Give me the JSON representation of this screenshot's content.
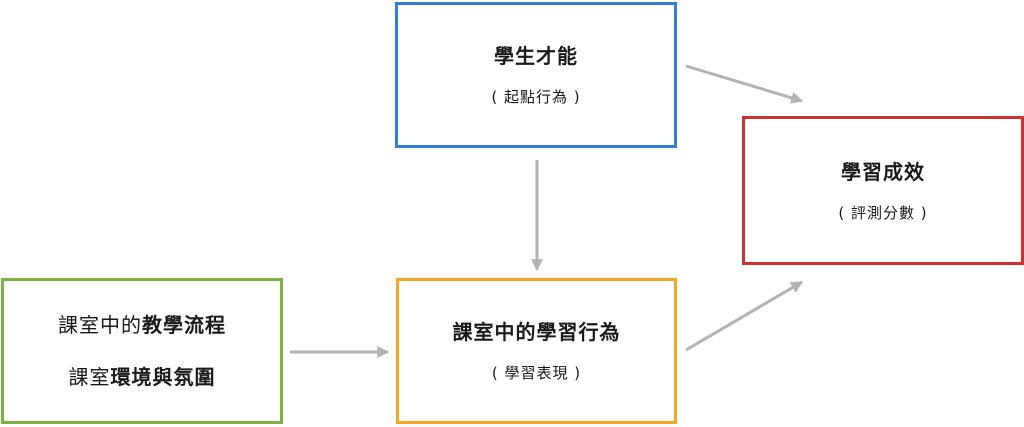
{
  "colors": {
    "ability_border": "#2f7ed8",
    "outcome_border": "#d03030",
    "behavior_border": "#f5a623",
    "environment_border": "#7cb342",
    "arrow": "#b3b3b3"
  },
  "nodes": {
    "ability": {
      "title": "學生才能",
      "subtitle": "( 起點行為 )"
    },
    "outcome": {
      "title": "學習成效",
      "subtitle": "( 評測分數 )"
    },
    "behavior": {
      "title": "課室中的學習行為",
      "subtitle": "( 學習表現 )"
    },
    "environment": {
      "line1": {
        "plain": "課室中的",
        "bold": "教學流程"
      },
      "line2": {
        "plain": "課室",
        "bold": "環境與氛圍"
      }
    }
  },
  "edges": [
    {
      "from": "ability",
      "to": "outcome"
    },
    {
      "from": "ability",
      "to": "behavior"
    },
    {
      "from": "environment",
      "to": "behavior"
    },
    {
      "from": "behavior",
      "to": "outcome"
    }
  ]
}
